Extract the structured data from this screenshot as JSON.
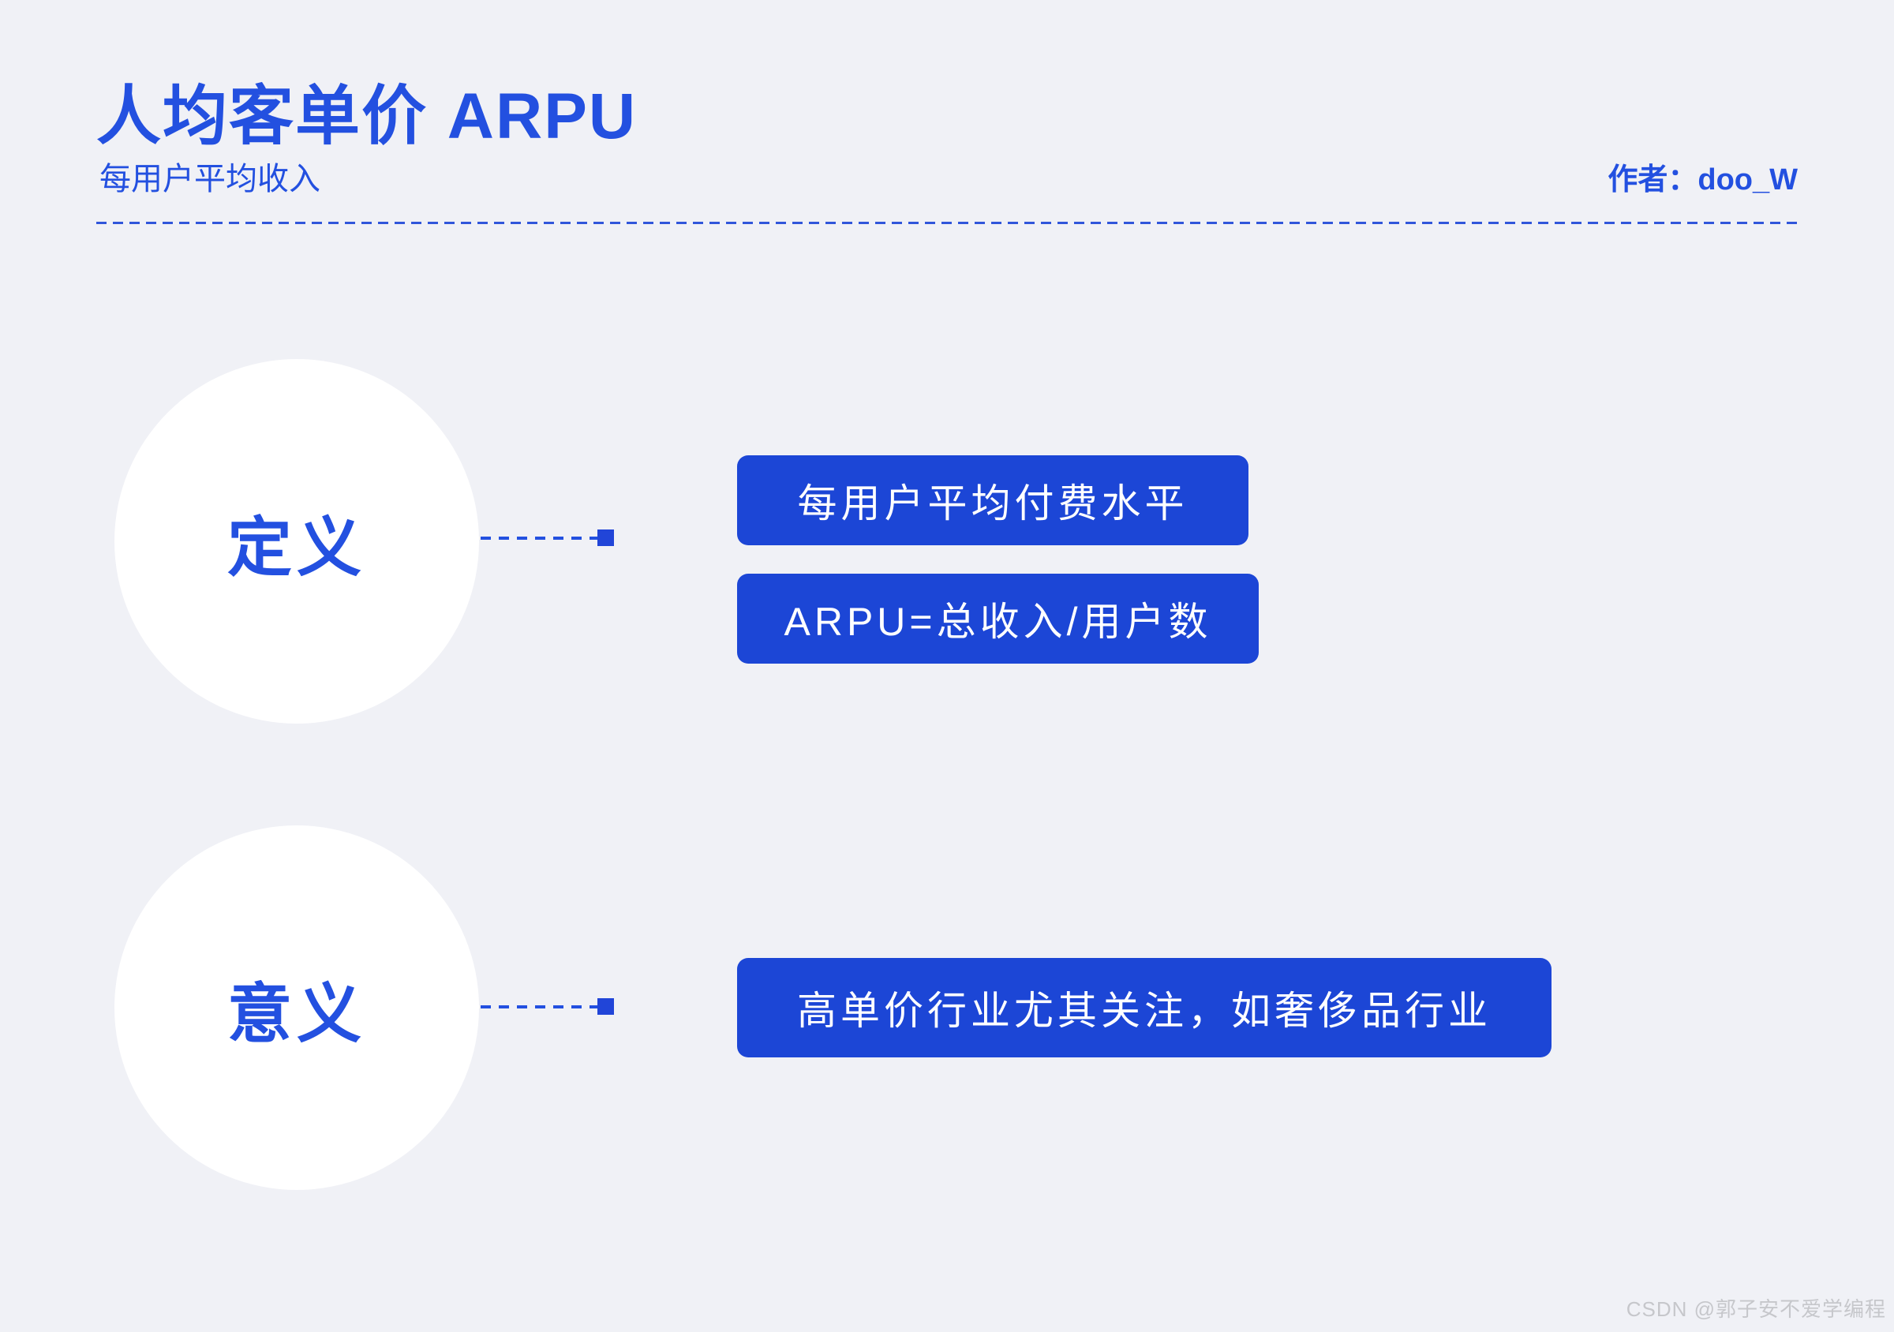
{
  "header": {
    "title": "人均客单价 ARPU",
    "subtitle": "每用户平均收入",
    "author": "作者：doo_W"
  },
  "sections": [
    {
      "label": "定义",
      "items": [
        {
          "text": "每用户平均付费水平"
        },
        {
          "text": "ARPU=总收入/用户数"
        }
      ]
    },
    {
      "label": "意义",
      "items": [
        {
          "text": "高单价行业尤其关注，如奢侈品行业"
        }
      ]
    }
  ],
  "watermark": "CSDN @郭子安不爱学编程",
  "colors": {
    "background": "#F0F1F6",
    "accent_text": "#2350E0",
    "box_fill": "#1C46D6",
    "box_text": "#FFFFFF",
    "circle_fill": "#FFFFFF",
    "divider": "#3156DA",
    "watermark": "#C6C7CB"
  }
}
